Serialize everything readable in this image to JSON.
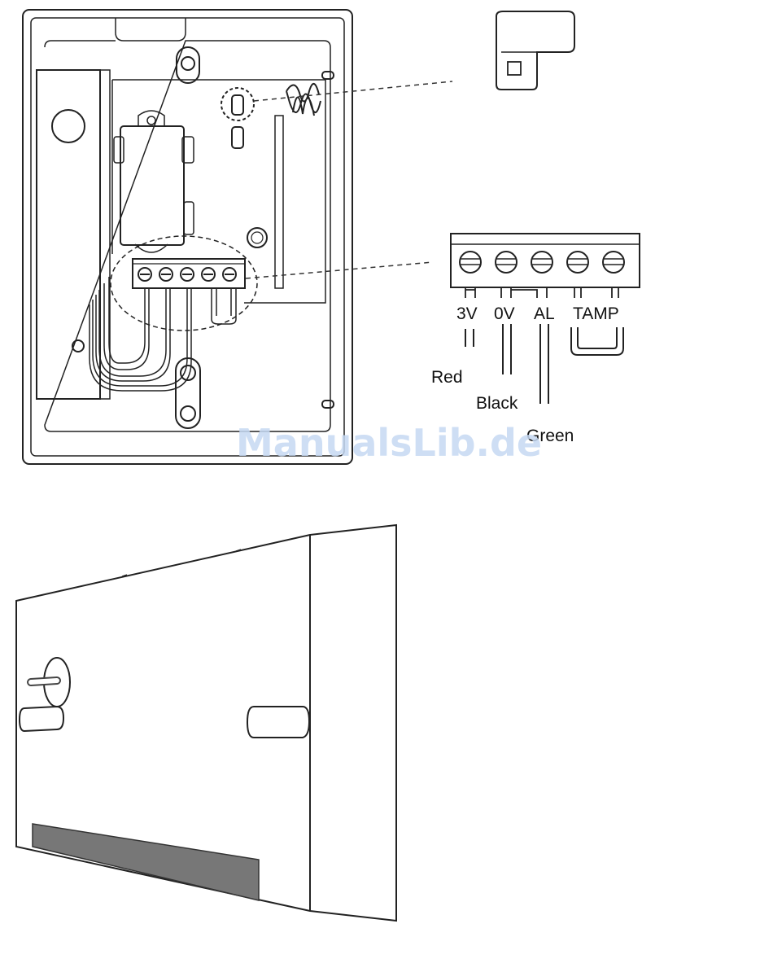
{
  "terminal_labels": {
    "v3": "3V",
    "v0": "0V",
    "al": "AL",
    "tamp": "TAMP"
  },
  "wire_labels": {
    "red": "Red",
    "black": "Black",
    "green": "Green"
  },
  "watermark": "ManualsLib.de",
  "colors": {
    "line": "#222222",
    "label_plate": "#777777",
    "watermark": "#c6d9f3"
  }
}
